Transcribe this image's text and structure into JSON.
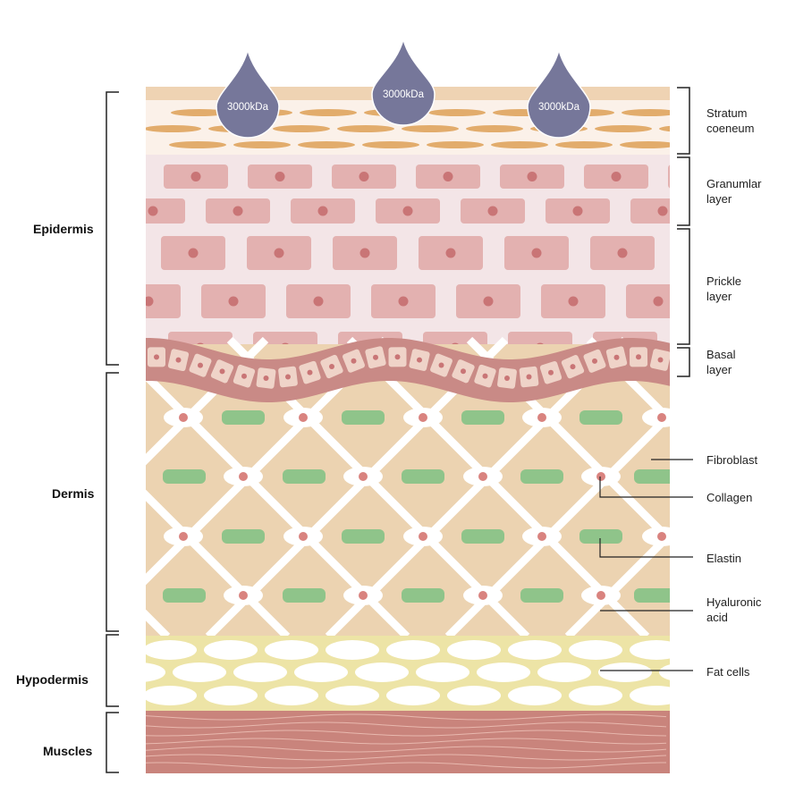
{
  "drops": [
    {
      "label": "3000kDa"
    },
    {
      "label": "3000kDa"
    },
    {
      "label": "3000kDa"
    }
  ],
  "left_labels": {
    "epidermis": "Epidermis",
    "dermis": "Dermis",
    "hypodermis": "Hypodermis",
    "muscles": "Muscles"
  },
  "right_labels": {
    "stratum": "Stratum coeneum",
    "granular": "Granumlar layer",
    "prickle": "Prickle layer",
    "basal": "Basal layer",
    "fibroblast": "Fibroblast",
    "collagen": "Collagen",
    "elastin": "Elastin",
    "hyaluronic": "Hyaluronic acid",
    "fat": "Fat cells"
  },
  "colors": {
    "drop": "#76779a",
    "stratum_band": "#efd3b3",
    "stratum_bg": "#fbf1e9",
    "stratum_oval": "#e2ac6c",
    "granular_bg": "#f3e5e7",
    "cell": "#e3b1b0",
    "nucleus": "#c97576",
    "basal_band": "#c98a86",
    "basal_cell": "#efd3c8",
    "dermis": "#ecd3b1",
    "green": "#8fc48a",
    "eye_nucleus": "#d9837f",
    "hypo": "#ede4a6",
    "muscle": "#c9847c",
    "muscle_line": "#e8b8ae"
  }
}
